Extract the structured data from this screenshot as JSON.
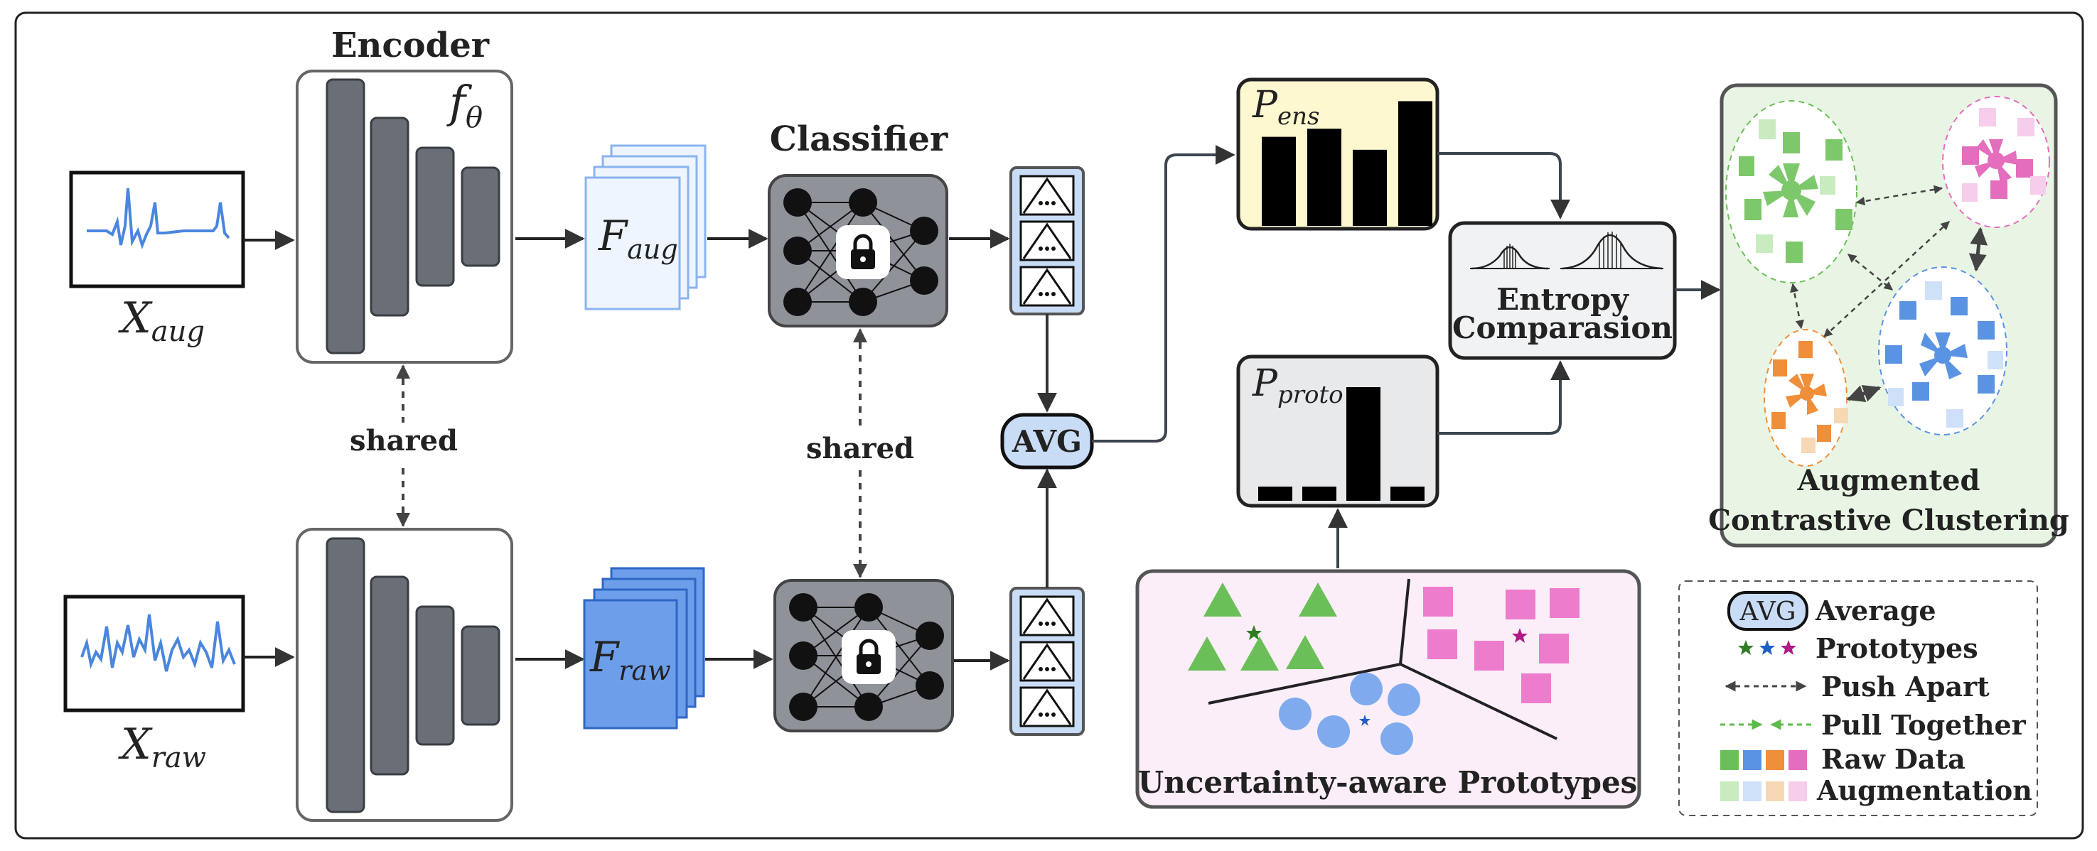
{
  "encoder": {
    "title": "Encoder",
    "param_main": "f",
    "param_sub": "θ",
    "shared_label": "shared"
  },
  "inputs": {
    "aug_main": "X",
    "aug_sub": "aug",
    "raw_main": "X",
    "raw_sub": "raw"
  },
  "features": {
    "aug_main": "F",
    "aug_sub": "aug",
    "raw_main": "F",
    "raw_sub": "raw"
  },
  "classifier": {
    "title": "Classifier",
    "shared_label": "shared"
  },
  "avg": {
    "label": "AVG"
  },
  "ens": {
    "main": "P",
    "sub": "ens",
    "bars": [
      0.55,
      0.6,
      0.47,
      0.77
    ]
  },
  "proto": {
    "main": "P",
    "sub": "proto",
    "bars": [
      0.1,
      0.1,
      0.8,
      0.1
    ]
  },
  "entropy": {
    "line1": "Entropy",
    "line2": "Comparasion"
  },
  "prototypes_box": {
    "title": "Uncertainty-aware Prototypes"
  },
  "clustering": {
    "line1": "Augmented",
    "line2": "Contrastive Clustering"
  },
  "legend": {
    "avg_symbol": "AVG",
    "avg_text": "Average",
    "prototypes_text": "Prototypes",
    "push_text": "Push Apart",
    "pull_text": "Pull Together",
    "raw_text": "Raw Data",
    "aug_text": "Augmentation"
  },
  "colors": {
    "green": "#6bbf59",
    "blue": "#5b93e3",
    "orange": "#ef8f3a",
    "pink": "#e56dbd",
    "feature_light": "#dde9fa",
    "feature_dark": "#6d9eea",
    "ens_bg": "#fdf8cf",
    "proto_box_bg": "#fbeef8",
    "cluster_bg": "#e9f5e4"
  }
}
